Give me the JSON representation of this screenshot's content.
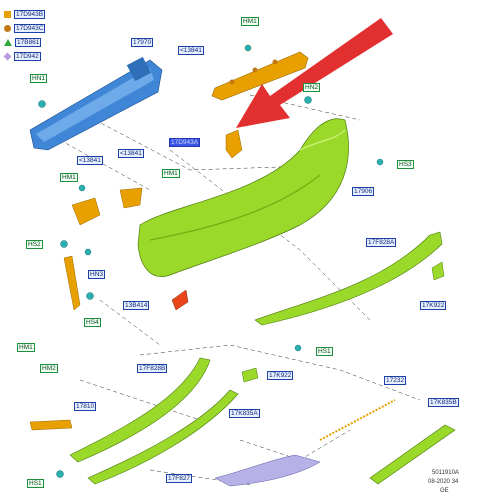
{
  "legend": [
    {
      "symbol": "square",
      "color": "#e8a000",
      "code": "17D943B"
    },
    {
      "symbol": "circle",
      "color": "#c37a12",
      "code": "17D943C"
    },
    {
      "symbol": "triangle",
      "color": "#2eaa3c",
      "code": "17B861"
    },
    {
      "symbol": "diamond",
      "color": "#b79be0",
      "code": "17D942"
    }
  ],
  "labels": {
    "hm1_top": "HM1",
    "p17970": "17970",
    "lt13841_top": "<13841",
    "hn1": "HN1",
    "hn2": "HN2",
    "hs3": "HS3",
    "p17d943a": "17D943A",
    "lt13841_mid_left": "<13841",
    "lt13841_mid_right": "<13841",
    "hm1_mid_left": "HM1",
    "hm1_mid_right": "HM1",
    "p17906": "17906",
    "hs2": "HS2",
    "hn3": "HN3",
    "hs4": "HS4",
    "p17f828a": "17F828A",
    "p13b414": "13B414",
    "p17k922_top": "17K922",
    "hs1_mid": "HS1",
    "hm1_low": "HM1",
    "hm2": "HM2",
    "p17f828b": "17F828B",
    "p17k922_low": "17K922",
    "p17232": "17232",
    "p17810": "17810",
    "p17k835a": "17K835A",
    "p17k835b": "17K835B",
    "hs1_bottom": "HS1",
    "p17f827": "17F827"
  },
  "footnote": {
    "code": "5011910A",
    "date": "08-2020 34",
    "market": "GE"
  },
  "colors": {
    "bumper_green": "#9ad82a",
    "beam_blue": "#3f86d6",
    "bracket_orange": "#e8a000",
    "arrow_red": "#e23030",
    "clip_teal": "#2bb0b0",
    "cover_lavender": "#b6b2e8",
    "reflector_red": "#e8451a"
  }
}
